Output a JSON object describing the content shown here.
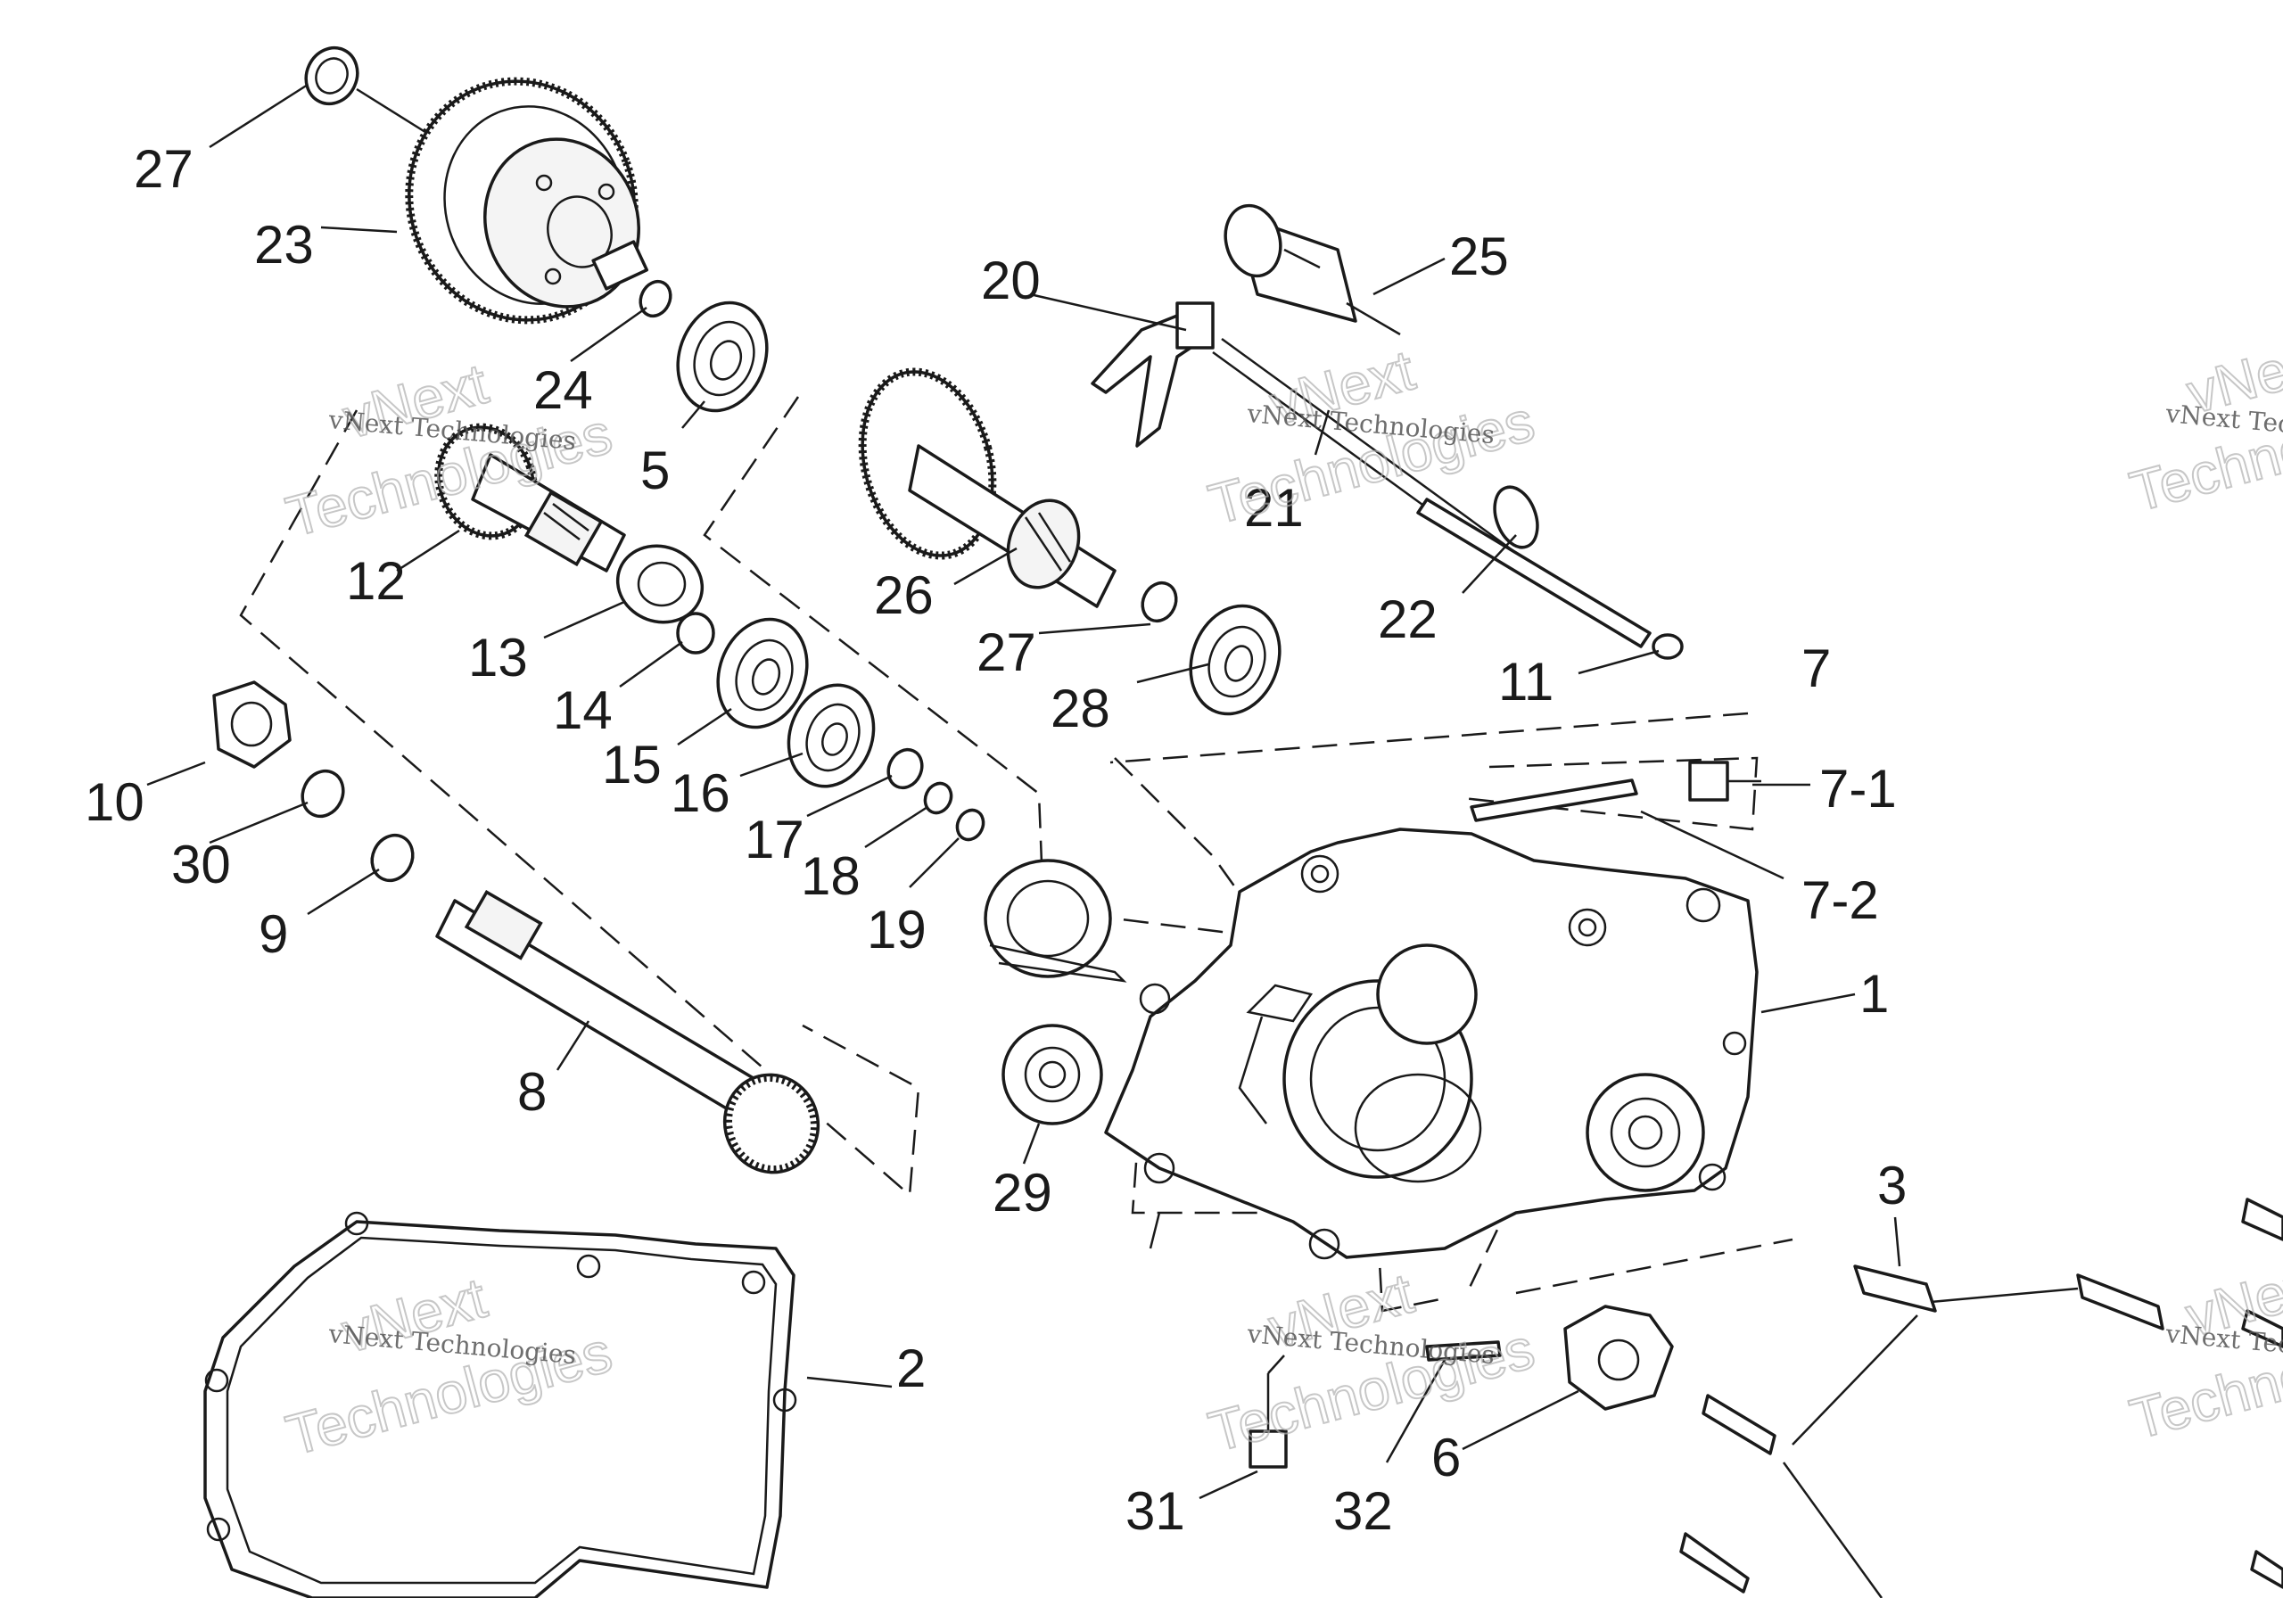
{
  "watermark": {
    "line1": "vNext Technologies",
    "big_a": "vNext",
    "big_b": "Technologies"
  },
  "labels": {
    "p1": "1",
    "p2": "2",
    "p3": "3",
    "p5": "5",
    "p6": "6",
    "p7": "7",
    "p7_1": "7-1",
    "p7_2": "7-2",
    "p8": "8",
    "p9": "9",
    "p10": "10",
    "p11": "11",
    "p12": "12",
    "p13": "13",
    "p14": "14",
    "p15": "15",
    "p16": "16",
    "p17": "17",
    "p18": "18",
    "p19": "19",
    "p20": "20",
    "p21": "21",
    "p22": "22",
    "p23": "23",
    "p24": "24",
    "p25": "25",
    "p26": "26",
    "p27a": "27",
    "p27b": "27",
    "p28": "28",
    "p29": "29",
    "p30": "30",
    "p31": "31",
    "p32": "32"
  }
}
